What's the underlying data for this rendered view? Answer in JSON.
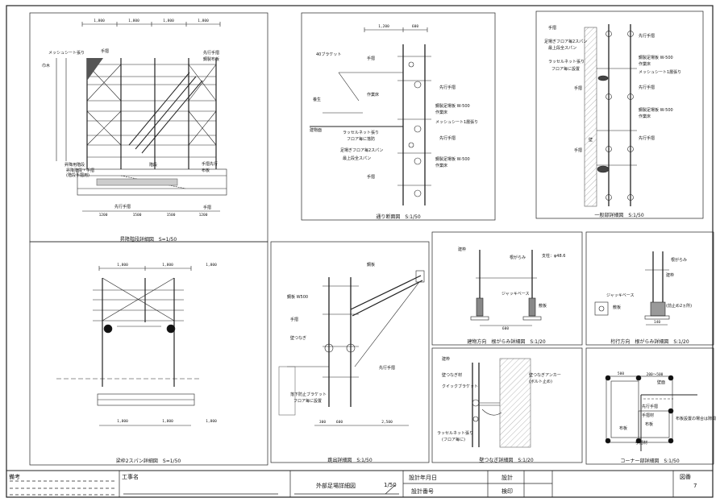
{
  "panels": {
    "elevation": {
      "caption": "昇降階段詳細図　S=1/50",
      "dims_top": [
        "1,800",
        "1,800",
        "1,800",
        "1,800"
      ],
      "dims_bottom": [
        "1200",
        "1500",
        "1500",
        "1200"
      ],
      "labels": [
        "メッシュシート張り",
        "先行手摺",
        "鋼製布板",
        "手摺",
        "巾木",
        "階段",
        "昇降用階段",
        "手摺先行",
        "先行手摺",
        "昇降階段・手摺",
        "(階段手摺用)",
        "布板",
        "手摺"
      ]
    },
    "section_a": {
      "caption": "通り断面図　S:1/50",
      "dims": [
        "1,200",
        "600"
      ],
      "labels": [
        "40ブラケット",
        "手摺",
        "先行手摺",
        "作業床",
        "養生",
        "鋼製足場板 W-500",
        "作業床",
        "メッシュシート1層張り",
        "建物面",
        "ラッセルネット張り",
        "フロア毎に落防",
        "先行手摺",
        "足場ぎフロア毎2スパン",
        "最上段全スパン",
        "鋼製足場板 W-500",
        "作業床",
        "手摺"
      ]
    },
    "section_b": {
      "caption": "一般部詳細図　S:1/50",
      "labels": [
        "手摺",
        "足場ぎフロア毎2スパン",
        "最上段全スパン",
        "先行手摺",
        "ラッセルネット張り",
        "フロア毎に設置",
        "鋼製足場板 W-500",
        "作業床",
        "メッシュシート1層張り",
        "手摺",
        "先行手摺",
        "鋼製足場板 W-500",
        "作業床",
        "手摺",
        "壁",
        "先行手摺"
      ]
    },
    "span2": {
      "caption": "梁枠2スパン詳細図　S=1/50",
      "dims_top": [
        "1,800",
        "1,800",
        "1,800"
      ],
      "dims_bottom": [
        "1,800",
        "1,800",
        "1,800"
      ]
    },
    "bracket": {
      "caption": "跳出詳細図　S:1/50",
      "labels": [
        "鋼板 W500",
        "手摺",
        "壁つなぎ",
        "先行手摺",
        "落下防止ブラケット",
        "フロア毎に設置",
        "鋼板"
      ],
      "dims": [
        "300",
        "600",
        "2,500"
      ]
    },
    "base_front": {
      "caption": "建物方向　根がらみ詳細図　S:1/20",
      "labels": [
        "建枠",
        "根がらみ",
        "支柱：φ48.6",
        "ジャッキベース",
        "敷板"
      ],
      "dims": [
        "600"
      ]
    },
    "base_side": {
      "caption": "桁行方向　根がらみ詳細図　S:1/20",
      "labels": [
        "根がらみ",
        "建枠",
        "ジャッキベース",
        "敷板",
        "(前止め2ヵ所)"
      ],
      "dims": [
        "140"
      ]
    },
    "tie": {
      "caption": "壁つなぎ詳細図　S:1/20",
      "labels": [
        "建枠",
        "壁つなぎ材",
        "クイックブラケット",
        "壁つなぎアンカー",
        "(ボルト止め)",
        "ラッセルネット張り",
        "(フロア毎に)"
      ]
    },
    "corner": {
      "caption": "コーナー部詳細図　S:1/50",
      "labels": [
        "壁面",
        "先行手摺",
        "布板",
        "手摺材",
        "布板",
        "手摺材",
        "布板設置の場合は隙間"
      ],
      "dims": [
        "500",
        "200～500"
      ]
    }
  },
  "title_block": {
    "remarks_label": "備考",
    "project_label": "工事名",
    "drawing_title": "外部足場詳細図",
    "scale": "1/50",
    "design_date_label": "設計年月日",
    "design_no_label": "設計番号",
    "designer_label": "設計",
    "checker_label": "検印",
    "sheet_no_label": "図番",
    "sheet_no": "7"
  }
}
